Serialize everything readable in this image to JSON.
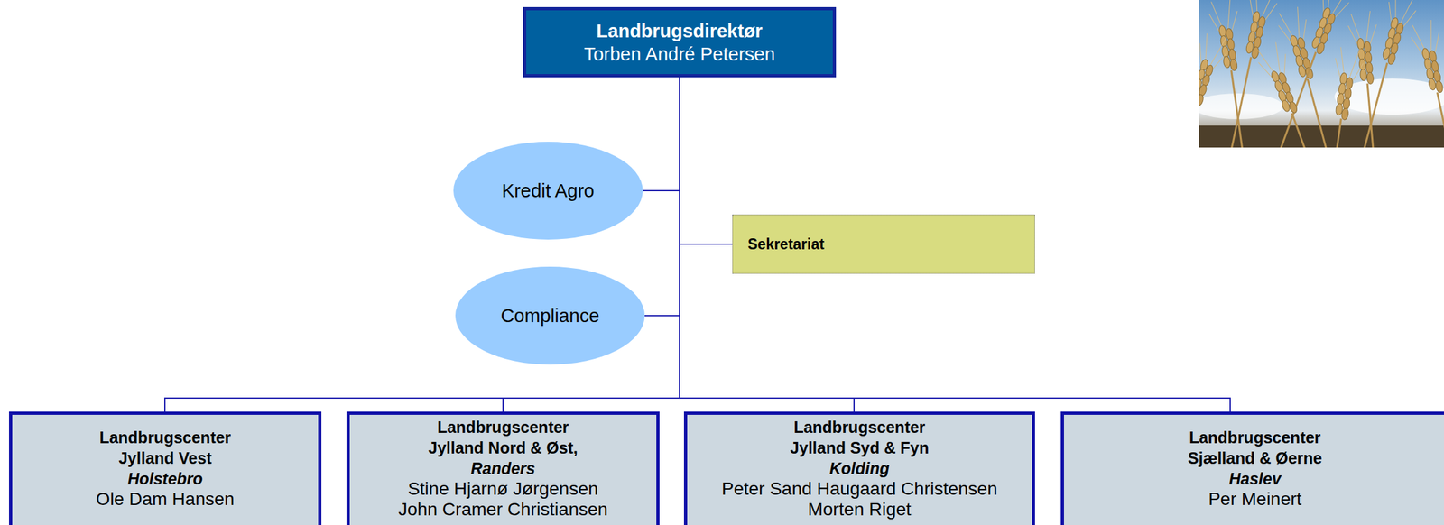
{
  "diagram": {
    "nodes": [
      {
        "text": [
          "Landbrugsdirektør",
          "Torben André Petersen"
        ]
      },
      {
        "text": [
          "Kredit Agro"
        ]
      },
      {
        "text": [
          "Sekretariat"
        ]
      },
      {
        "text": [
          "Compliance"
        ]
      },
      {
        "text": [
          "Landbrugscenter Jylland Vest",
          "Holstebro",
          "Ole Dam Hansen"
        ]
      },
      {
        "text": [
          "Landbrugscenter Jylland Nord & Øst,",
          "Randers",
          "Stine Hjarnø Jørgensen",
          "John Cramer Christiansen"
        ]
      },
      {
        "text": [
          "Landbrugscenter Jylland Syd & Fyn",
          "Kolding",
          "Peter Sand Haugaard Christensen",
          "Morten Riget"
        ]
      },
      {
        "text": [
          "Landbrugscenter Sjælland & Øerne",
          "Haslev",
          "Per Meinert"
        ]
      }
    ],
    "edges": [
      {
        "from": 0,
        "to": 1,
        "arrow": "none"
      },
      {
        "from": 0,
        "to": 2,
        "arrow": "none"
      },
      {
        "from": 0,
        "to": 3,
        "arrow": "none"
      },
      {
        "from": 0,
        "to": 4,
        "arrow": "none"
      },
      {
        "from": 0,
        "to": 5,
        "arrow": "none"
      },
      {
        "from": 0,
        "to": 6,
        "arrow": "none"
      },
      {
        "from": 0,
        "to": 7,
        "arrow": "none"
      }
    ]
  }
}
